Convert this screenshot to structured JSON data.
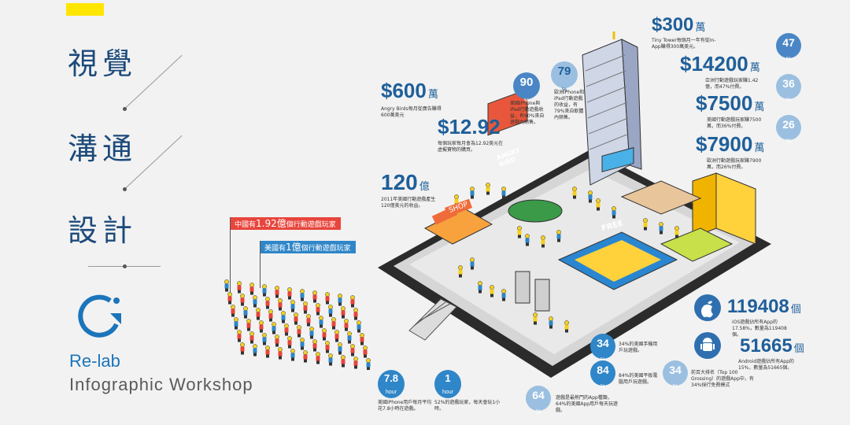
{
  "title": {
    "line1": "視覺",
    "line2": "溝通",
    "line3": "設計"
  },
  "brand": {
    "name": "Re-lab",
    "subtitle": "Infographic  Workshop",
    "accent": "#1b75bb",
    "highlight": "#ffe600"
  },
  "flags": {
    "china": {
      "prefix": "中國有",
      "num": "1.92億",
      "suffix": "個行動遊戲玩家",
      "color": "#e8453c"
    },
    "usa": {
      "prefix": "美國有",
      "num": "1億",
      "suffix": "個行動遊戲玩家",
      "color": "#2f86c8"
    }
  },
  "stats": {
    "s600": {
      "value": "$600",
      "unit": "萬",
      "note": "Angry Birds每月從廣告賺得600萬美元"
    },
    "s1292": {
      "value": "$12.92",
      "note": "每個玩家每月會為12.92美元在虛擬寶物的購買。"
    },
    "s120": {
      "value": "120",
      "unit": "億",
      "note": "2011年美國行動遊戲產生120億美元的收益。"
    },
    "s300": {
      "value": "$300",
      "unit": "萬",
      "note": "Tiny Tower每個月一年有從In-App賺得300萬美元。"
    },
    "s14200": {
      "value": "$14200",
      "unit": "萬",
      "note": "亞洲行動遊戲玩家賺1.42億，而47%付費。"
    },
    "s7500": {
      "value": "$7500",
      "unit": "萬",
      "note": "美國行動遊戲玩家賺7500萬，而36%付費。"
    },
    "s7900": {
      "value": "$7900",
      "unit": "萬",
      "note": "歐洲行動遊戲玩家賺7900萬，而26%付費。"
    },
    "s119408": {
      "value": "119408",
      "unit": "個",
      "note": "iOS遊戲佔所有App的17.58%，數量為119408個。"
    },
    "s51665": {
      "value": "51665",
      "unit": "個",
      "note": "Android遊戲佔所有App的15%，數量為51665個。"
    }
  },
  "circles": {
    "c90": {
      "value": "90",
      "unit": "%",
      "note": "美國iPhone與iPad行動遊戲收益，有90%來自遊戲內銷售。"
    },
    "c79": {
      "value": "79",
      "unit": "%",
      "note": "歐洲iPhone和iPad行動遊戲的收益，有79%來自軟體內銷售。"
    },
    "c47": {
      "value": "47",
      "unit": "%"
    },
    "c36": {
      "value": "36",
      "unit": "%"
    },
    "c26": {
      "value": "26",
      "unit": "%"
    },
    "c34a": {
      "value": "34",
      "unit": "%",
      "note": "34%的美國手機用戶玩遊戲。"
    },
    "c84": {
      "value": "84",
      "unit": "%",
      "note": "84%的美國平板電腦用戶玩遊戲。"
    },
    "c34b": {
      "value": "34",
      "unit": "%",
      "note": "前百大排名（Top 100 Grossing）的遊戲App中，有34%採行免費模式"
    },
    "c64": {
      "value": "64",
      "unit": "%",
      "note": "遊戲是最熱門的App種類，64%的美國App用戶每天玩遊戲。"
    },
    "h78": {
      "value": "7.8",
      "unit": "hour",
      "note": "美國iPhone用戶每月平均花7.8小時在遊戲。"
    },
    "h1": {
      "value": "1",
      "unit": "hour",
      "note": "52%的遊戲玩家，每天會玩1小時。"
    }
  },
  "signs": {
    "shop": "SHOP",
    "angry": "ANGRY BIRD",
    "free": "FREE"
  },
  "colors": {
    "circle_blue": "#4a86c5",
    "circle_light": "#9bbfe0",
    "stat_blue": "#1f5f9a",
    "tablet": "#2b2b2b"
  }
}
